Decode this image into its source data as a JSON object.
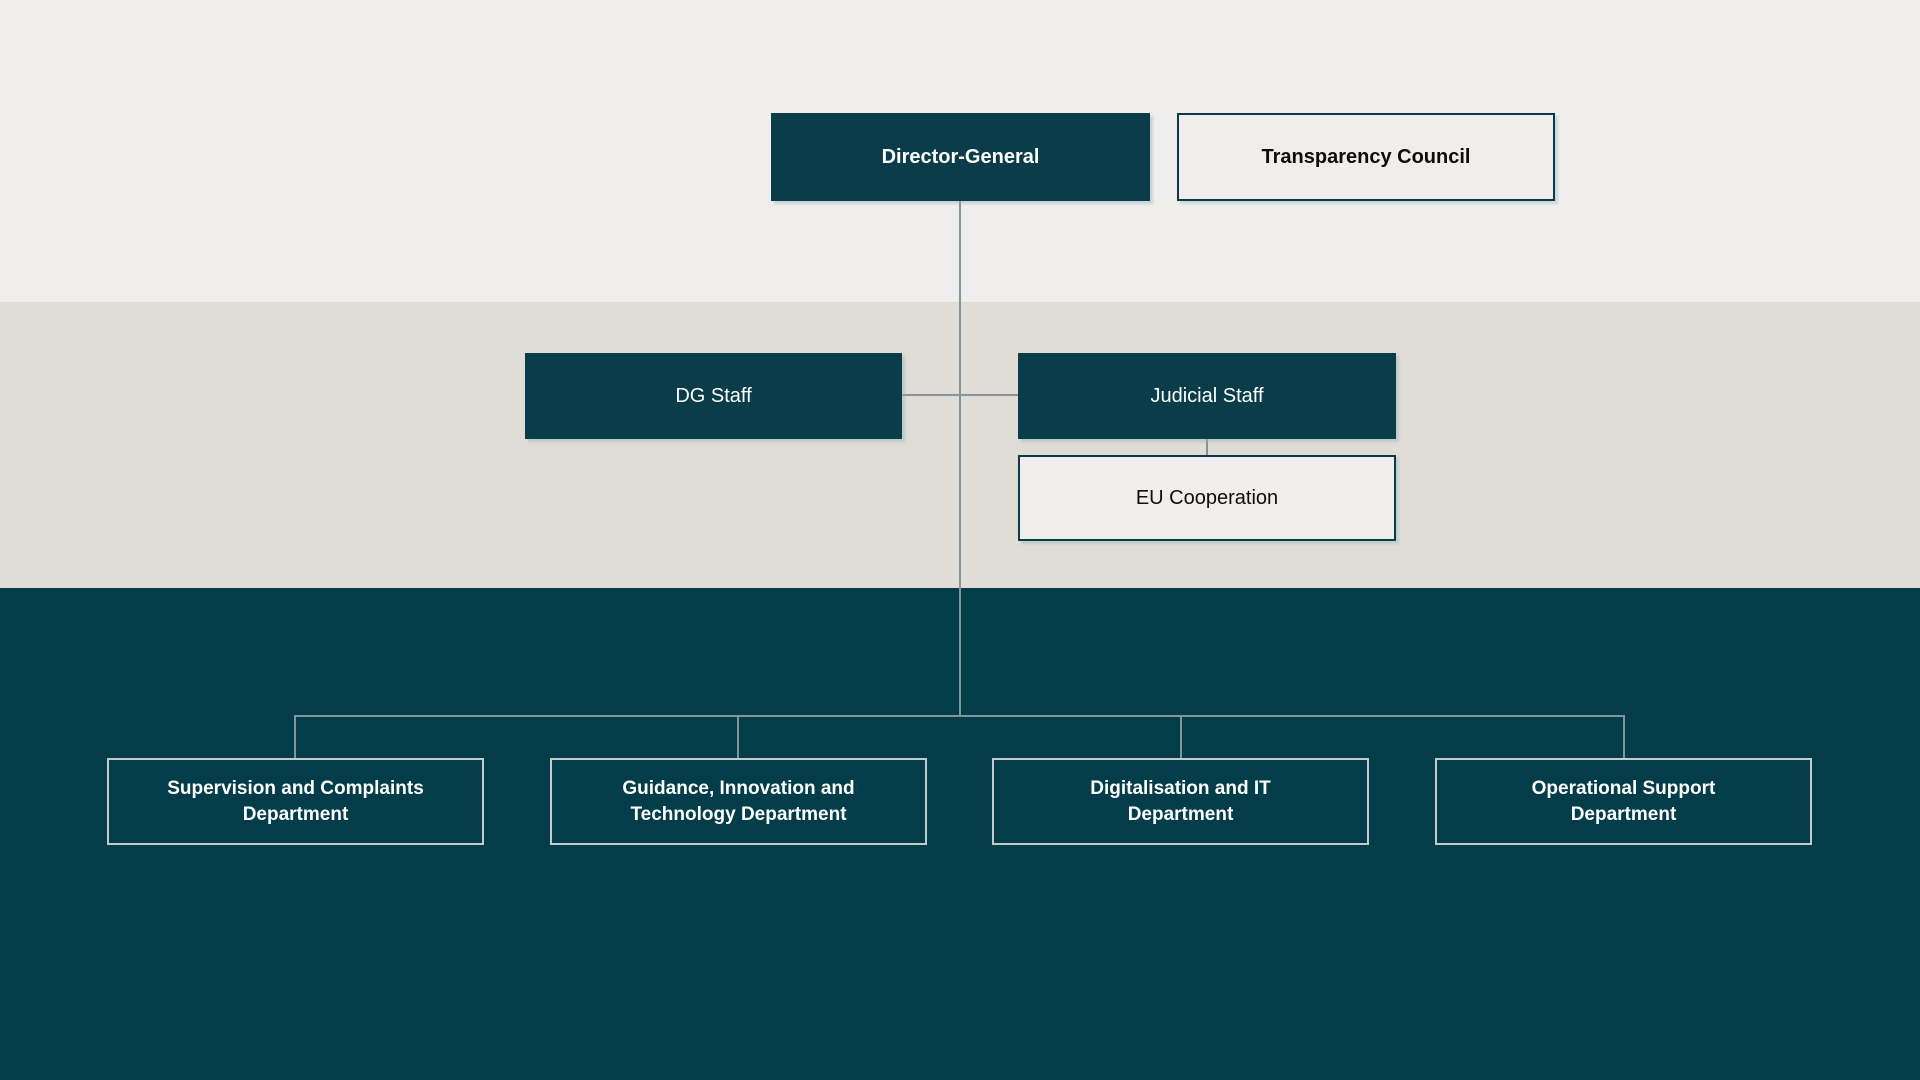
{
  "diagram": {
    "type": "org-chart",
    "nodes": {
      "director_general": {
        "label": "Director-General",
        "style": "solid-dark",
        "level": 1
      },
      "transparency_council": {
        "label": "Transparency Council",
        "style": "outlined-light",
        "level": 1
      },
      "dg_staff": {
        "label": "DG Staff",
        "style": "solid-dark",
        "level": 2
      },
      "judicial_staff": {
        "label": "Judicial Staff",
        "style": "solid-dark",
        "level": 2
      },
      "eu_cooperation": {
        "label": "EU Cooperation",
        "style": "outlined-light",
        "level": 3
      },
      "departments": [
        {
          "label": "Supervision and Complaints\nDepartment"
        },
        {
          "label": "Guidance, Innovation and\nTechnology Department"
        },
        {
          "label": "Digitalisation and IT\nDepartment"
        },
        {
          "label": "Operational Support\nDepartment"
        }
      ]
    },
    "edges": [
      "director_general -> dg_staff",
      "director_general -> judicial_staff",
      "judicial_staff -> eu_cooperation",
      "director_general -> departments.0",
      "director_general -> departments.1",
      "director_general -> departments.2",
      "director_general -> departments.3"
    ],
    "colors": {
      "band_top": "#EFEEEC",
      "band_middle": "#DFDDD6",
      "band_bottom": "#033D4A",
      "node_dark_fill": "#0A3C49",
      "node_light_fill": "#EFEEEC",
      "node_dark_border": "#0D3A47",
      "node_light_border": "#C3CBCA",
      "connector": "#84949C",
      "text_light": "#FFFFFF",
      "text_dark": "#0D0D0D"
    }
  }
}
